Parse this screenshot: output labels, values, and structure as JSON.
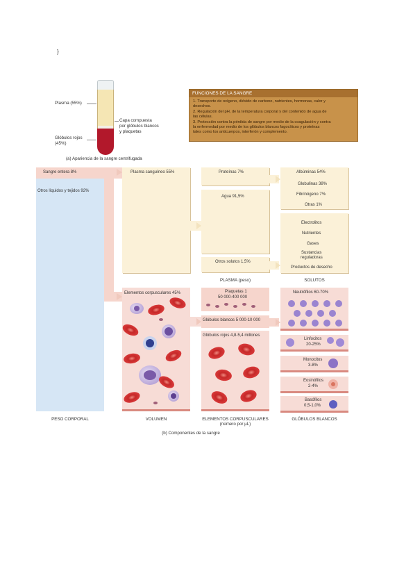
{
  "top_mark": "}",
  "figure_a": {
    "labels": {
      "plasma": "Plasma (55%)",
      "buffy_coat_l1": "Capa compuesta",
      "buffy_coat_l2": "por glóbulos blancos",
      "buffy_coat_l3": "y plaquetas",
      "rbc_l1": "Glóbulos rojos",
      "rbc_l2": "(45%)"
    },
    "caption": "(a) Apariencia de la sangre centrifugada"
  },
  "functions_box": {
    "title": "FUNCIONES DE LA SANGRE",
    "items": [
      "1. Transporte de oxígeno, dióxido de carbono, nutrientes, hormonas, calor y",
      "    desechos.",
      "2. Regulación del pH, de la temperatura corporal y del contenido de agua de",
      "    las células.",
      "3. Protección contra la pérdida de sangre por medio de la coagulación y contra",
      "    la enfermedad por medio de los glóbulos blancos fagocíticos y proteínas",
      "    tales como los anticuerpos, interferón y complemento."
    ]
  },
  "figure_b": {
    "body_weight": {
      "blood": "Sangre entera 8%",
      "other": "Otros líquidos y tejidos 92%"
    },
    "volume": {
      "plasma": "Plasma sanguíneo 55%",
      "formed": "Elementos corpusculares 45%"
    },
    "plasma_weight": {
      "proteins": "Proteínas 7%",
      "water": "Agua 91,5%",
      "other_solutes": "Otros solutos 1,5%"
    },
    "solutes": {
      "proteins": [
        "Albúminas 54%",
        "Globulinas 38%",
        "Fibrinógeno 7%",
        "Otras 1%"
      ],
      "others": [
        "Electrolitos",
        "Nutrientes",
        "Gases",
        "Sustancias",
        "reguladoras",
        "Productos de desecho"
      ]
    },
    "formed_elements": {
      "platelets_l1": "Plaquetas 1",
      "platelets_l2": "50 000-400 000",
      "wbc": "Glóbulos blancos 5 000-10 000",
      "rbc": "Glóbulos rojos 4,8-5,4 millones"
    },
    "wbc_types": {
      "neutrophils": "Neutrófilos 60-70%",
      "lymphocytes_l1": "Linfocitos",
      "lymphocytes_l2": "20-25%",
      "monocytes_l1": "Monocitos",
      "monocytes_l2": "3-8%",
      "eosinophils_l1": "Eosinófilos",
      "eosinophils_l2": "2-4%",
      "basophils_l1": "Basófilos",
      "basophils_l2": "0,5-1,0%"
    },
    "column_labels": {
      "body": "PESO CORPORAL",
      "volume": "VOLUMEN",
      "plasma": "PLASMA (peso)",
      "solutes": "SOLUTOS",
      "formed_l1": "ELEMENTOS CORPUSCULARES",
      "formed_l2": "(número por µL)",
      "wbc": "GLÓBULOS BLANCOS"
    },
    "caption": "(b) Componentes de la sangre"
  },
  "colors": {
    "blue_panel": "#d6e6f5",
    "cream_panel": "#fbf1d8",
    "pink_panel": "#f6d5cc",
    "rbc_red": "#d83a3a",
    "wbc_purple": "#8b6dc2",
    "func_box": "#c8924a"
  }
}
